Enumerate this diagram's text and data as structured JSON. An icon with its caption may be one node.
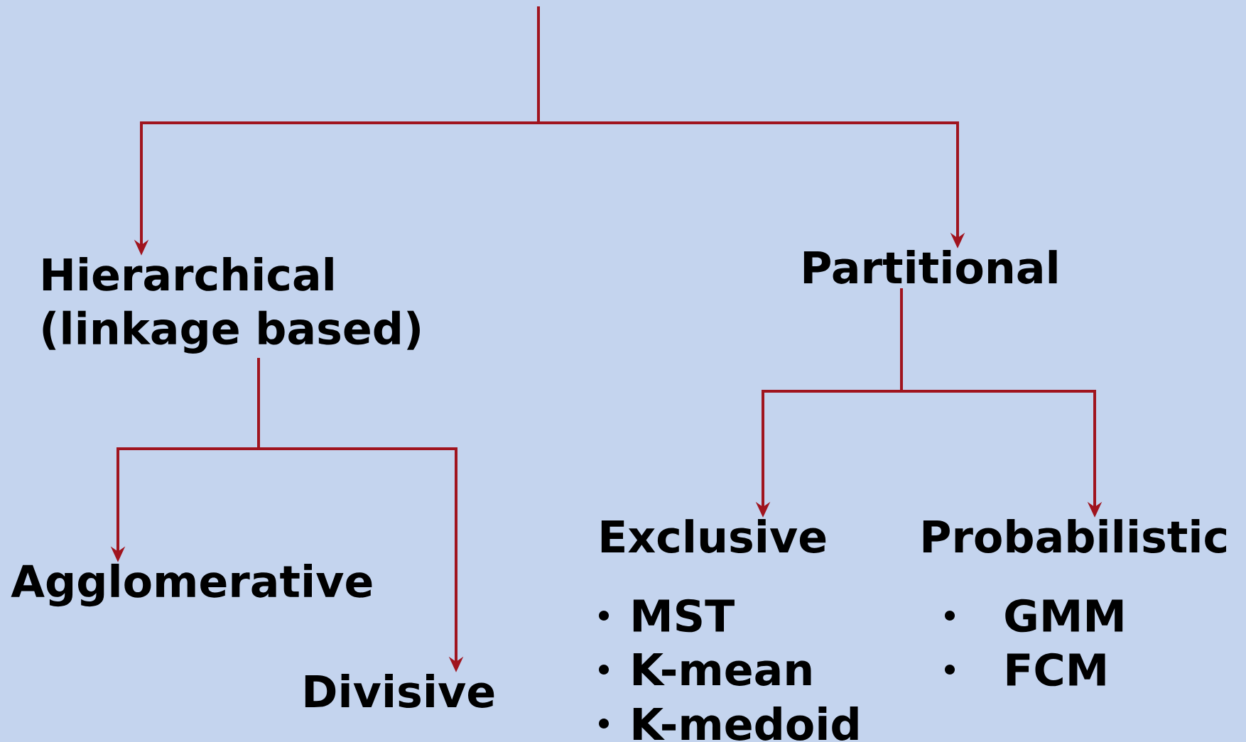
{
  "diagram": {
    "nodes": [
      {
        "text": [
          "Hierarchical (linkage based)"
        ]
      },
      {
        "text": [
          "Partitional"
        ]
      },
      {
        "text": [
          "Agglomerative"
        ]
      },
      {
        "text": [
          "Divisive"
        ]
      },
      {
        "text": [
          "Exclusive"
        ],
        "beside": [
          "MST",
          "K-mean",
          "K-medoid"
        ]
      },
      {
        "text": [
          "Probabilistic"
        ],
        "beside": [
          "GMM",
          "FCM"
        ]
      }
    ],
    "edges": [
      {
        "from": null,
        "to": 0,
        "arrow": "to"
      },
      {
        "from": null,
        "to": 1,
        "arrow": "to"
      },
      {
        "from": 0,
        "to": 2,
        "arrow": "to"
      },
      {
        "from": 0,
        "to": 3,
        "arrow": "to"
      },
      {
        "from": 1,
        "to": 4,
        "arrow": "to"
      },
      {
        "from": 1,
        "to": 5,
        "arrow": "to"
      }
    ]
  }
}
